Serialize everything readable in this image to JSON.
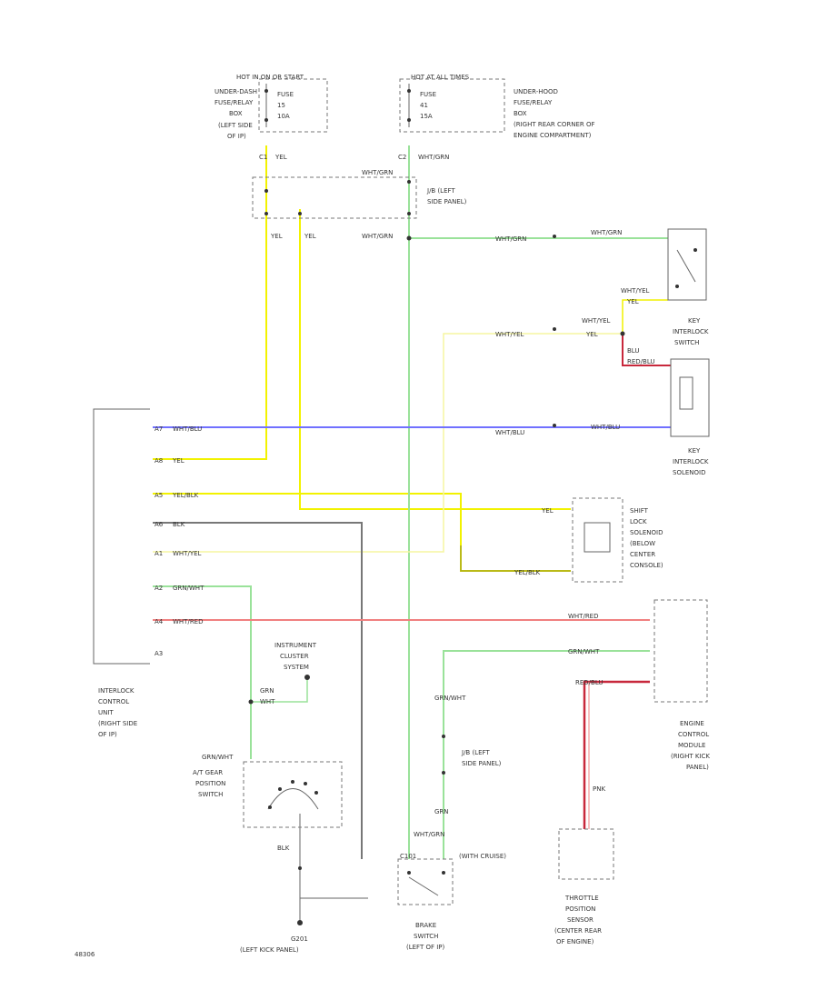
{
  "fuse_left": {
    "header": "HOT IN ON OR START",
    "lines": [
      "UNDER-DASH",
      "FUSE/RELAY",
      "BOX",
      "(LEFT SIDE",
      "OF IP)"
    ],
    "fuse": [
      "FUSE",
      "15",
      "10A"
    ]
  },
  "fuse_right": {
    "header": "HOT AT ALL TIMES",
    "lines": [
      "UNDER-HOOD",
      "FUSE/RELAY",
      "BOX",
      "(RIGHT REAR CORNER OF",
      "ENGINE COMPARTMENT)"
    ],
    "fuse": [
      "FUSE",
      "41",
      "15A"
    ]
  },
  "wires": {
    "yel": "YEL",
    "wht_grn": "WHT/GRN",
    "wht_grn2": "WHT/GRN",
    "wht_yel": "WHT/YEL",
    "wht_blu": "WHT/BLU",
    "yel_blk": "YEL/BLK",
    "blk": "BLK",
    "grn_wht": "GRN/WHT",
    "wht_red": "WHT/RED",
    "red_blu": "RED/BLU",
    "grn": "GRN",
    "wht": "WHT",
    "blu": "BLU",
    "pnk": "PNK",
    "c1": "C1",
    "c2": "C2",
    "c101": "C101"
  },
  "jb_upper": {
    "lines": [
      "J/B (LEFT",
      "SIDE PANEL)"
    ]
  },
  "jb_lower": {
    "lines": [
      "J/B (LEFT",
      "SIDE PANEL)"
    ]
  },
  "pins": [
    "A7",
    "A8",
    "A5",
    "A6",
    "A1",
    "A2",
    "A4",
    "A3"
  ],
  "control_unit": {
    "lines": [
      "INTERLOCK",
      "CONTROL",
      "UNIT",
      "(RIGHT SIDE",
      "OF IP)"
    ]
  },
  "key_switch": {
    "lines": [
      "KEY",
      "INTERLOCK",
      "SWITCH"
    ]
  },
  "key_solenoid": {
    "lines": [
      "KEY",
      "INTERLOCK",
      "SOLENOID"
    ]
  },
  "shift_solenoid": {
    "lines": [
      "SHIFT",
      "LOCK",
      "SOLENOID",
      "(BELOW",
      "CENTER",
      "CONSOLE)"
    ]
  },
  "ecm": {
    "lines": [
      "ENGINE",
      "CONTROL",
      "MODULE",
      "(RIGHT KICK",
      "PANEL)"
    ]
  },
  "cluster": {
    "lines": [
      "INSTRUMENT",
      "CLUSTER",
      "SYSTEM"
    ]
  },
  "gear_switch": {
    "lines": [
      "A/T GEAR",
      "POSITION",
      "SWITCH"
    ]
  },
  "ground": {
    "lines": [
      "G201",
      "(LEFT KICK PANEL)"
    ]
  },
  "brake_switch": {
    "lines": [
      "BRAKE",
      "SWITCH",
      "(LEFT OF IP)"
    ],
    "cruise": "(WITH CRUISE)"
  },
  "tps": {
    "lines": [
      "THROTTLE",
      "POSITION",
      "SENSOR",
      "(CENTER REAR",
      "OF ENGINE)"
    ]
  },
  "ref": "48306",
  "colors": {
    "yellow": "#f2f200",
    "green": "#9ae29a",
    "blue": "#7070ff",
    "red": "#f08080",
    "darkred": "#c8283c",
    "gray": "#777777",
    "olive": "#a8a820"
  }
}
